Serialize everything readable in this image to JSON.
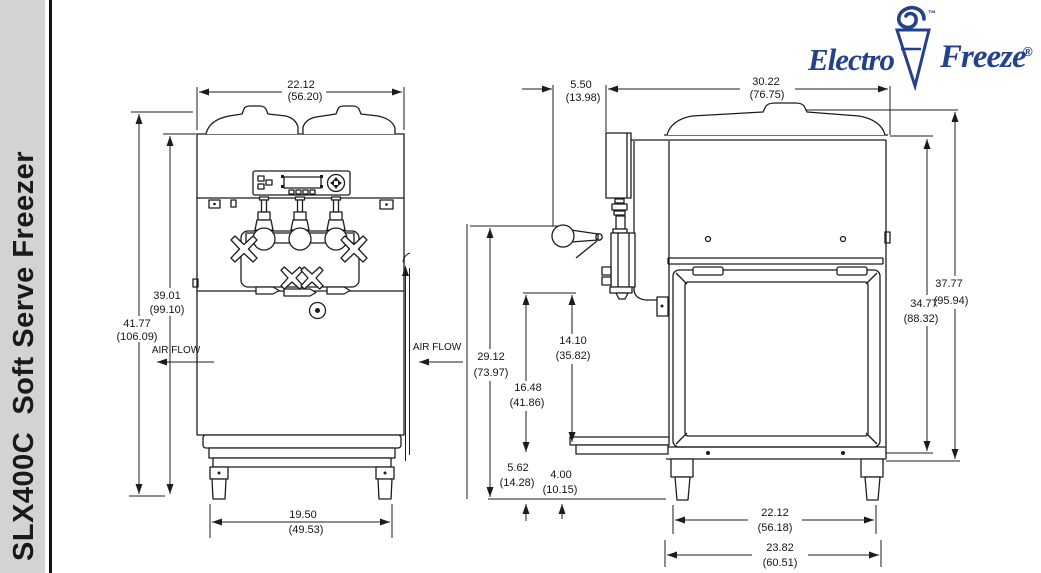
{
  "sidebar": {
    "title": "SLX400C  Soft Serve Freezer"
  },
  "logo": {
    "word1": "Electro",
    "word2": "Freeze",
    "registered": "®",
    "trademark": "™"
  },
  "front_view": {
    "airflow_label": "AIR FLOW",
    "dims": {
      "overall_width": {
        "in": "22.12",
        "cm": "(56.20)"
      },
      "body_height": {
        "in": "39.01",
        "cm": "(99.10)"
      },
      "overall_height": {
        "in": "41.77",
        "cm": "(106.09)"
      },
      "leg_spacing": {
        "in": "19.50",
        "cm": "(49.53)"
      }
    }
  },
  "side_view": {
    "airflow_label": "AIR FLOW",
    "dims": {
      "handle_clearance": {
        "in": "5.50",
        "cm": "(13.98)"
      },
      "overall_depth": {
        "in": "30.22",
        "cm": "(76.75)"
      },
      "spout_height": {
        "in": "29.12",
        "cm": "(73.97)"
      },
      "tray_height": {
        "in": "16.48",
        "cm": "(41.86)"
      },
      "panel_height": {
        "in": "14.10",
        "cm": "(35.82)"
      },
      "front_offset": {
        "in": "5.62",
        "cm": "(14.28)"
      },
      "tray_depth": {
        "in": "4.00",
        "cm": "(10.15)"
      },
      "leg_spacing": {
        "in": "22.12",
        "cm": "(56.18)"
      },
      "base_depth": {
        "in": "23.82",
        "cm": "(60.51)"
      },
      "lid_height": {
        "in": "37.77",
        "cm": "(95.94)"
      },
      "body_height": {
        "in": "34.77",
        "cm": "(88.32)"
      }
    }
  },
  "colors": {
    "logo_blue": "#24418c",
    "sidebar_gray": "#d3d3d3",
    "line_color": "#1c1c1c"
  }
}
